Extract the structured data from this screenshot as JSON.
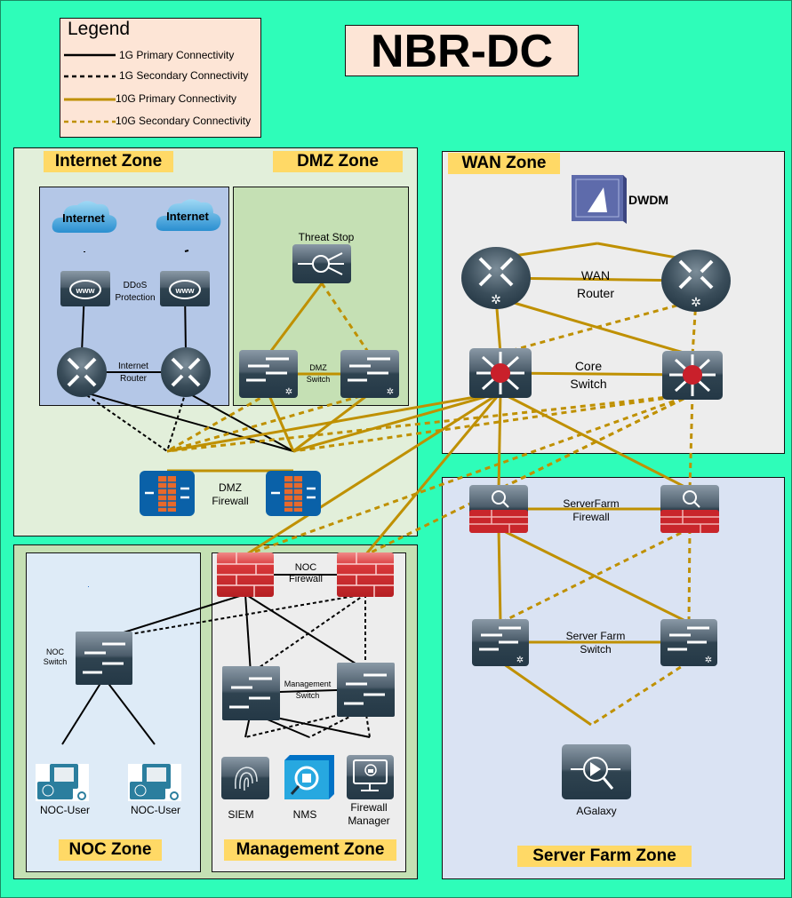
{
  "title": "NBR-DC",
  "legend": {
    "title": "Legend",
    "items": [
      {
        "label": "1G Primary Connectivity",
        "color": "#000000",
        "style": "solid"
      },
      {
        "label": "1G Secondary Connectivity",
        "color": "#000000",
        "style": "dashed"
      },
      {
        "label": "10G Primary Connectivity",
        "color": "#bf9000",
        "style": "solid"
      },
      {
        "label": "10G Secondary Connectivity",
        "color": "#bf9000",
        "style": "dashed"
      }
    ]
  },
  "colors": {
    "background": "#2efdb9",
    "zone_tag": "#ffd966",
    "link_1g": "#000000",
    "link_10g": "#bf9000"
  },
  "zones": {
    "internet": {
      "label": "Internet Zone"
    },
    "dmz": {
      "label": "DMZ Zone"
    },
    "wan": {
      "label": "WAN Zone"
    },
    "server_farm": {
      "label": "Server Farm Zone"
    },
    "noc": {
      "label": "NOC Zone"
    },
    "management": {
      "label": "Management Zone"
    }
  },
  "devices": {
    "internet_cloud_1": {
      "label": "Internet"
    },
    "internet_cloud_2": {
      "label": "Internet"
    },
    "ddos": {
      "label": "DDoS\nProtection",
      "line1": "DDoS",
      "line2": "Protection"
    },
    "internet_router": {
      "line1": "Internet",
      "line2": "Router"
    },
    "threat_stop": {
      "label": "Threat Stop"
    },
    "dmz_switch": {
      "line1": "DMZ",
      "line2": "Switch"
    },
    "dmz_firewall": {
      "line1": "DMZ",
      "line2": "Firewall"
    },
    "dwdm": {
      "label": "DWDM"
    },
    "wan_router": {
      "line1": "WAN",
      "line2": "Router"
    },
    "core_switch": {
      "line1": "Core",
      "line2": "Switch"
    },
    "serverfarm_firewall": {
      "line1": "ServerFarm",
      "line2": "Firewall"
    },
    "serverfarm_switch": {
      "line1": "Server Farm",
      "line2": "Switch"
    },
    "agalaxy": {
      "label": "AGalaxy"
    },
    "noc_firewall": {
      "line1": "NOC",
      "line2": "Firewall"
    },
    "noc_switch": {
      "line1": "NOC",
      "line2": "Switch"
    },
    "noc_user_1": {
      "label": "NOC-User"
    },
    "noc_user_2": {
      "label": "NOC-User"
    },
    "management_switch": {
      "line1": "Management",
      "line2": "Switch"
    },
    "siem": {
      "label": "SIEM"
    },
    "nms": {
      "label": "NMS"
    },
    "firewall_manager": {
      "line1": "Firewall",
      "line2": "Manager"
    }
  },
  "links": [
    {
      "from": "internet_cloud_1",
      "to": "ddos_1",
      "type": "1g-primary"
    },
    {
      "from": "internet_cloud_2",
      "to": "ddos_2",
      "type": "1g-primary"
    },
    {
      "from": "ddos_1",
      "to": "internet_router_1",
      "type": "1g-primary"
    },
    {
      "from": "ddos_2",
      "to": "internet_router_2",
      "type": "1g-primary"
    },
    {
      "from": "internet_router_1",
      "to": "internet_router_2",
      "type": "1g-primary"
    },
    {
      "from": "internet_router_1",
      "to": "dmz_firewall_1",
      "type": "1g-secondary"
    },
    {
      "from": "internet_router_1",
      "to": "dmz_firewall_2",
      "type": "1g-primary"
    },
    {
      "from": "internet_router_2",
      "to": "dmz_firewall_1",
      "type": "1g-secondary"
    },
    {
      "from": "internet_router_2",
      "to": "dmz_firewall_2",
      "type": "1g-primary"
    },
    {
      "from": "dmz_firewall_1",
      "to": "dmz_firewall_2",
      "type": "10g-primary"
    },
    {
      "from": "threat_stop",
      "to": "dmz_switch_1",
      "type": "10g-primary"
    },
    {
      "from": "threat_stop",
      "to": "dmz_switch_2",
      "type": "10g-secondary"
    },
    {
      "from": "dmz_switch_1",
      "to": "dmz_switch_2",
      "type": "10g-primary"
    },
    {
      "from": "dmz_switch_1",
      "to": "dmz_firewall_1",
      "type": "10g-secondary"
    },
    {
      "from": "dmz_switch_1",
      "to": "dmz_firewall_2",
      "type": "10g-primary"
    },
    {
      "from": "dmz_switch_2",
      "to": "dmz_firewall_1",
      "type": "10g-secondary"
    },
    {
      "from": "dmz_switch_2",
      "to": "dmz_firewall_2",
      "type": "10g-primary"
    },
    {
      "from": "dwdm",
      "to": "wan_router_1",
      "type": "10g-primary"
    },
    {
      "from": "dwdm",
      "to": "wan_router_2",
      "type": "10g-primary"
    },
    {
      "from": "wan_router_1",
      "to": "wan_router_2",
      "type": "10g-primary"
    },
    {
      "from": "wan_router_1",
      "to": "core_switch_1",
      "type": "10g-primary"
    },
    {
      "from": "wan_router_1",
      "to": "core_switch_2",
      "type": "10g-primary"
    },
    {
      "from": "wan_router_2",
      "to": "core_switch_1",
      "type": "10g-secondary"
    },
    {
      "from": "wan_router_2",
      "to": "core_switch_2",
      "type": "10g-secondary"
    },
    {
      "from": "core_switch_1",
      "to": "core_switch_2",
      "type": "10g-primary"
    },
    {
      "from": "core_switch_1",
      "to": "dmz_firewall_1",
      "type": "10g-primary"
    },
    {
      "from": "core_switch_1",
      "to": "dmz_firewall_2",
      "type": "10g-primary"
    },
    {
      "from": "core_switch_2",
      "to": "dmz_firewall_1",
      "type": "10g-secondary"
    },
    {
      "from": "core_switch_2",
      "to": "dmz_firewall_2",
      "type": "10g-secondary"
    },
    {
      "from": "core_switch_1",
      "to": "noc_firewall_1",
      "type": "10g-primary"
    },
    {
      "from": "core_switch_1",
      "to": "noc_firewall_2",
      "type": "10g-primary"
    },
    {
      "from": "core_switch_2",
      "to": "noc_firewall_1",
      "type": "10g-secondary"
    },
    {
      "from": "core_switch_2",
      "to": "noc_firewall_2",
      "type": "10g-secondary"
    },
    {
      "from": "core_switch_1",
      "to": "serverfarm_firewall_1",
      "type": "10g-primary"
    },
    {
      "from": "core_switch_1",
      "to": "serverfarm_firewall_2",
      "type": "10g-primary"
    },
    {
      "from": "core_switch_2",
      "to": "serverfarm_firewall_1",
      "type": "10g-secondary"
    },
    {
      "from": "core_switch_2",
      "to": "serverfarm_firewall_2",
      "type": "10g-secondary"
    },
    {
      "from": "serverfarm_firewall_1",
      "to": "serverfarm_firewall_2",
      "type": "10g-primary"
    },
    {
      "from": "serverfarm_firewall_1",
      "to": "serverfarm_switch_1",
      "type": "10g-primary"
    },
    {
      "from": "serverfarm_firewall_1",
      "to": "serverfarm_switch_2",
      "type": "10g-primary"
    },
    {
      "from": "serverfarm_firewall_2",
      "to": "serverfarm_switch_1",
      "type": "10g-secondary"
    },
    {
      "from": "serverfarm_firewall_2",
      "to": "serverfarm_switch_2",
      "type": "10g-secondary"
    },
    {
      "from": "serverfarm_switch_1",
      "to": "serverfarm_switch_2",
      "type": "10g-primary"
    },
    {
      "from": "serverfarm_switch_1",
      "to": "agalaxy",
      "type": "10g-primary"
    },
    {
      "from": "serverfarm_switch_2",
      "to": "agalaxy",
      "type": "10g-secondary"
    },
    {
      "from": "noc_firewall_1",
      "to": "noc_firewall_2",
      "type": "1g-primary"
    },
    {
      "from": "noc_firewall_1",
      "to": "noc_switch",
      "type": "1g-primary"
    },
    {
      "from": "noc_firewall_2",
      "to": "noc_switch",
      "type": "1g-secondary"
    },
    {
      "from": "noc_firewall_1",
      "to": "management_switch_1",
      "type": "1g-primary"
    },
    {
      "from": "noc_firewall_1",
      "to": "management_switch_2",
      "type": "1g-primary"
    },
    {
      "from": "noc_firewall_2",
      "to": "management_switch_1",
      "type": "1g-secondary"
    },
    {
      "from": "noc_firewall_2",
      "to": "management_switch_2",
      "type": "1g-secondary"
    },
    {
      "from": "management_switch_1",
      "to": "management_switch_2",
      "type": "1g-primary"
    },
    {
      "from": "noc_switch",
      "to": "noc_user_1",
      "type": "1g-primary"
    },
    {
      "from": "noc_switch",
      "to": "noc_user_2",
      "type": "1g-primary"
    },
    {
      "from": "management_switch_1",
      "to": "siem",
      "type": "1g-primary"
    },
    {
      "from": "management_switch_1",
      "to": "nms",
      "type": "1g-primary"
    },
    {
      "from": "management_switch_1",
      "to": "firewall_manager",
      "type": "1g-primary"
    },
    {
      "from": "management_switch_2",
      "to": "siem",
      "type": "1g-secondary"
    },
    {
      "from": "management_switch_2",
      "to": "nms",
      "type": "1g-secondary"
    },
    {
      "from": "management_switch_2",
      "to": "firewall_manager",
      "type": "1g-secondary"
    }
  ]
}
